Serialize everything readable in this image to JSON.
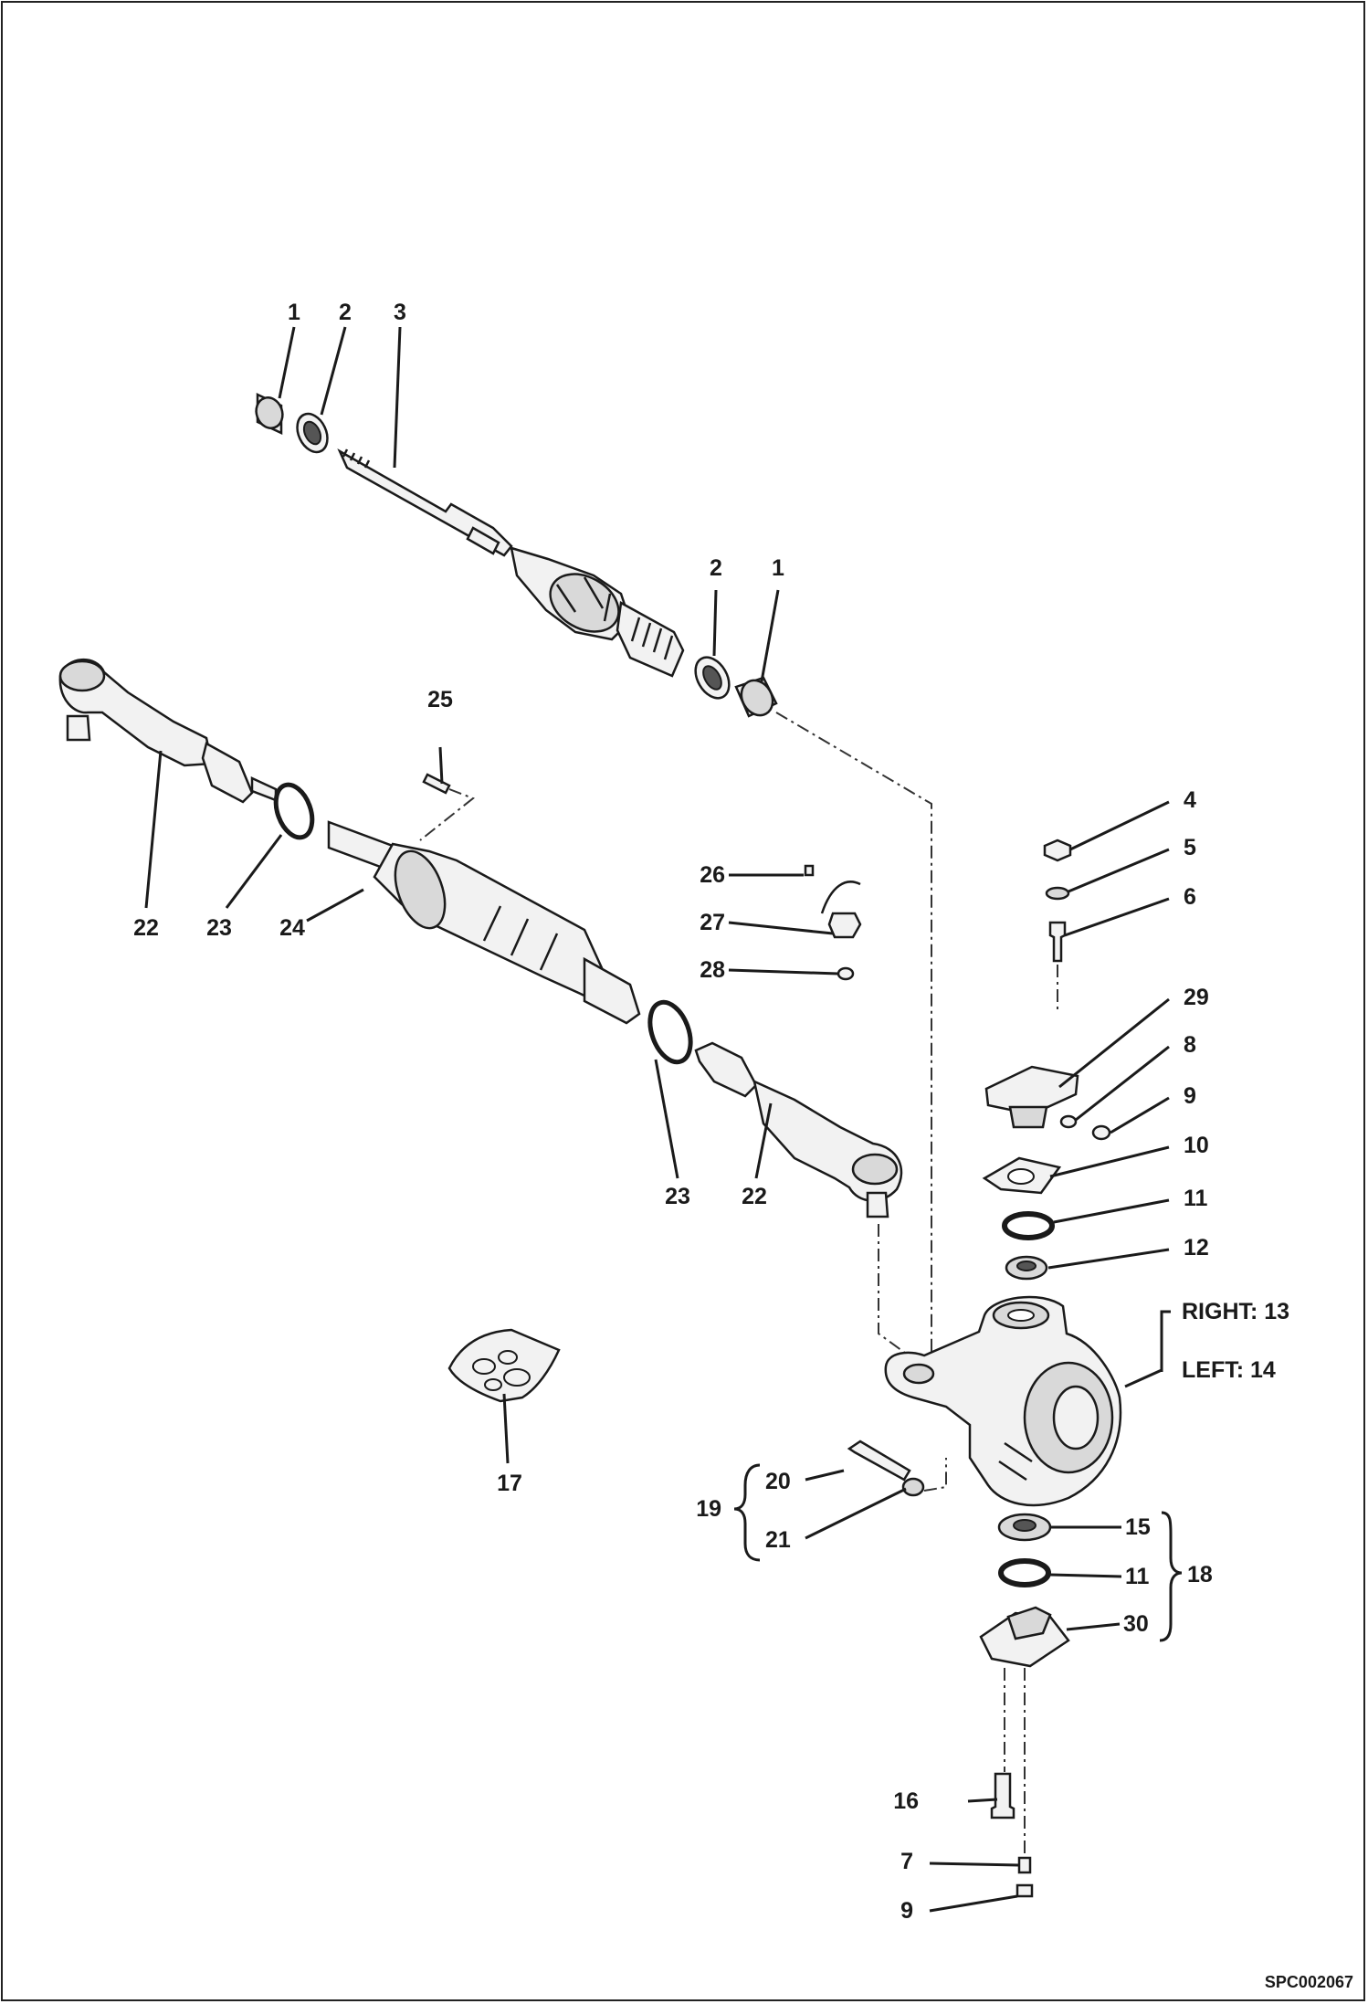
{
  "drawing_code": "SPC002067",
  "side_labels": {
    "right": "RIGHT: 13",
    "left": "LEFT: 14"
  },
  "callouts": {
    "p1a": "1",
    "p2a": "2",
    "p3": "3",
    "p2b": "2",
    "p1b": "1",
    "p4": "4",
    "p5": "5",
    "p6": "6",
    "p29": "29",
    "p8": "8",
    "p9a": "9",
    "p10": "10",
    "p11a": "11",
    "p12": "12",
    "p15": "15",
    "p11b": "11",
    "p18": "18",
    "p30": "30",
    "p16": "16",
    "p7": "7",
    "p9b": "9",
    "p25": "25",
    "p26": "26",
    "p27": "27",
    "p28": "28",
    "p22a": "22",
    "p23a": "23",
    "p24": "24",
    "p23b": "23",
    "p22b": "22",
    "p17": "17",
    "p19": "19",
    "p20": "20",
    "p21": "21"
  },
  "icons": {
    "axle_shaft": "axle-shaft-icon",
    "steering_cylinder": "steering-cylinder-icon",
    "steering_knuckle": "steering-knuckle-icon",
    "seal_kit": "seal-kit-bag-icon"
  }
}
